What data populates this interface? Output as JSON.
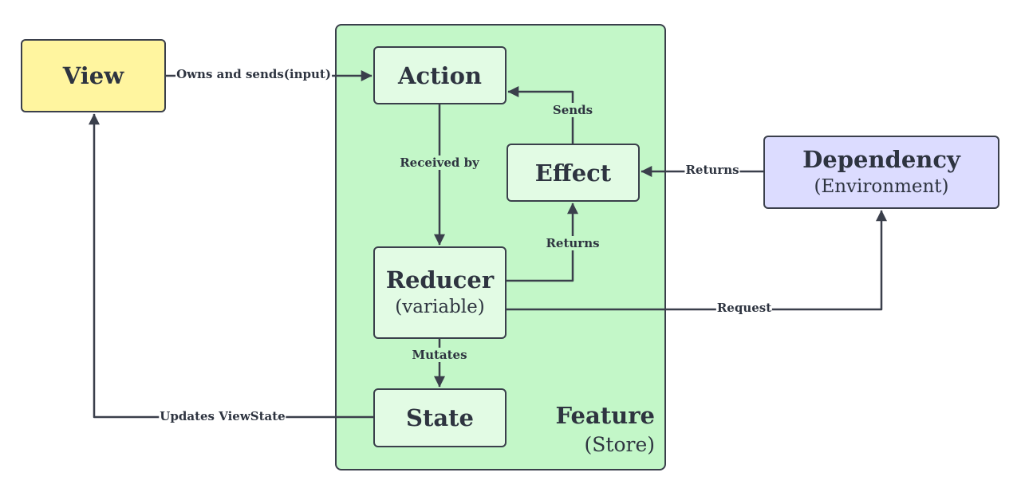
{
  "nodes": {
    "view": {
      "title": "View"
    },
    "feature": {
      "title": "Feature",
      "subtitle": "(Store)"
    },
    "action": {
      "title": "Action"
    },
    "effect": {
      "title": "Effect"
    },
    "reducer": {
      "title": "Reducer",
      "subtitle": "(variable)"
    },
    "state": {
      "title": "State"
    },
    "dependency": {
      "title": "Dependency",
      "subtitle": "(Environment)"
    }
  },
  "edges": {
    "view_to_action": "Owns and sends(input)",
    "effect_to_action": "Sends",
    "action_to_reducer": "Received by",
    "reducer_to_effect": "Returns",
    "dependency_to_effect": "Returns",
    "reducer_to_dependency": "Request",
    "reducer_to_state": "Mutates",
    "state_to_view": "Updates ViewState"
  },
  "colors": {
    "view": "#fff59f",
    "feature": "#c3f7c8",
    "inner_node": "#e2fbe4",
    "dependency": "#dcdcff",
    "stroke": "#3a3f4b"
  }
}
